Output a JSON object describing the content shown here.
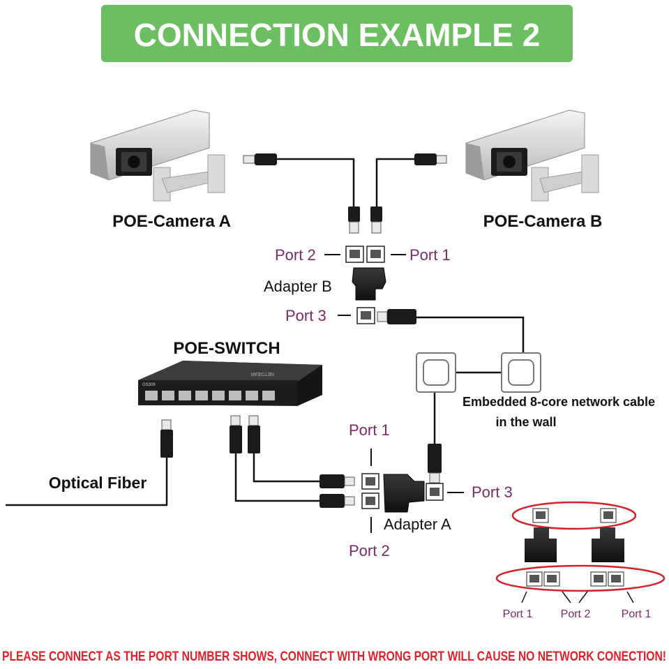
{
  "title": "CONNECTION EXAMPLE 2",
  "colors": {
    "banner": "#6cbf60",
    "port_label": "#7a2a66",
    "warning": "#e0202b",
    "oval": "#d62028"
  },
  "cameras": {
    "a_label": "POE-Camera A",
    "b_label": "POE-Camera B"
  },
  "adapter_b": {
    "label": "Adapter B",
    "port2": "Port 2",
    "port1": "Port 1",
    "port3": "Port 3"
  },
  "switch": {
    "label": "POE-SWITCH",
    "brand": "NETGEAR",
    "model": "GS308"
  },
  "wall": {
    "line1": "Embedded 8-core network cable",
    "line2": "in the wall"
  },
  "fiber": {
    "label": "Optical Fiber"
  },
  "adapter_a": {
    "label": "Adapter A",
    "port1": "Port 1",
    "port2": "Port 2",
    "port3": "Port 3"
  },
  "inset": {
    "port1_left": "Port 1",
    "port2": "Port 2",
    "port1_right": "Port 1"
  },
  "warning": "PLEASE CONNECT AS THE PORT NUMBER SHOWS, CONNECT WITH WRONG PORT WILL CAUSE NO NETWORK CONECTION!"
}
